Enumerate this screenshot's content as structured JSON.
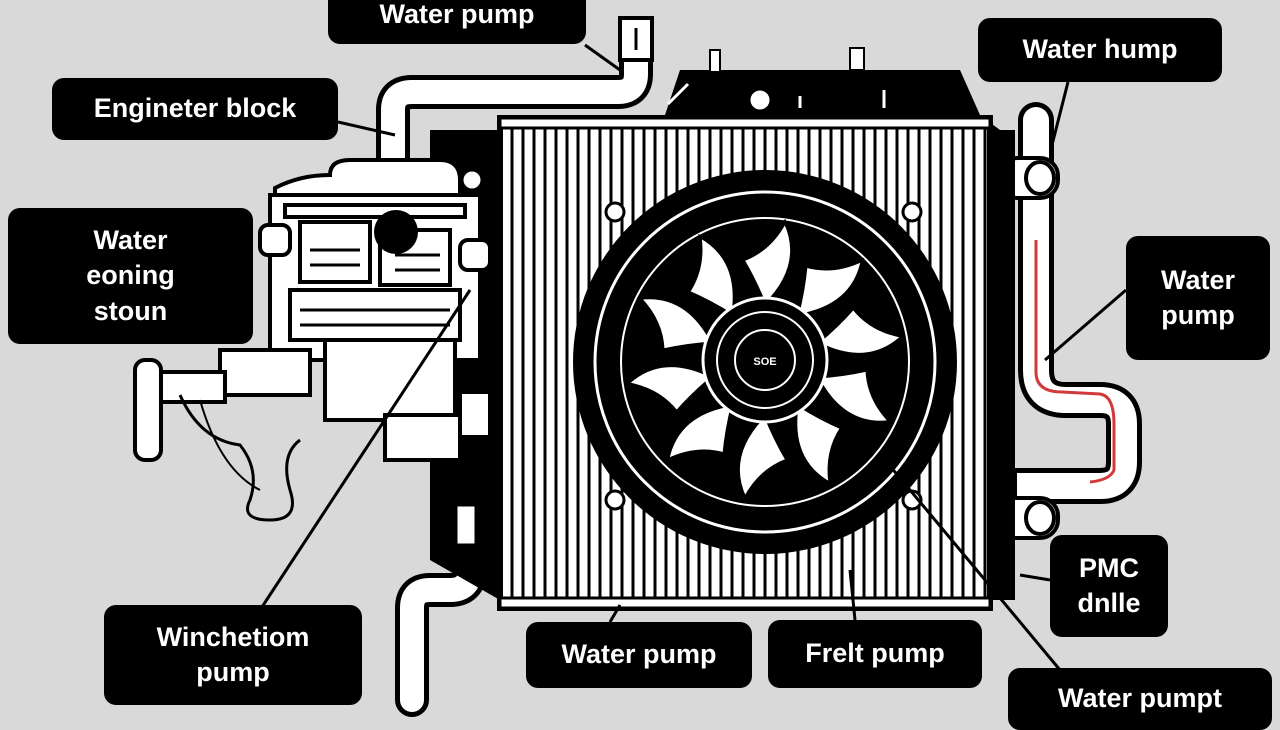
{
  "labels": {
    "water_pump_top": "Water pump",
    "engineter_block": "Engineter block",
    "water_hump": "Water hump",
    "water_eoning_stoun": "Water\neoning\nstoun",
    "water_pump_right": "Water\npump",
    "pmc_dnlle": "PMC\ndnlle",
    "winchetiom_pump": "Winchetiom\npump",
    "water_pump_bottom": "Water pump",
    "frelt_pump": "Frelt pump",
    "water_pumpt": "Water pumpt"
  },
  "fan_hub_text": "SOE",
  "colors": {
    "background": "#d9d9d9",
    "label_bg": "#000000",
    "label_text": "#ffffff",
    "accent_red": "#d23a3a"
  }
}
